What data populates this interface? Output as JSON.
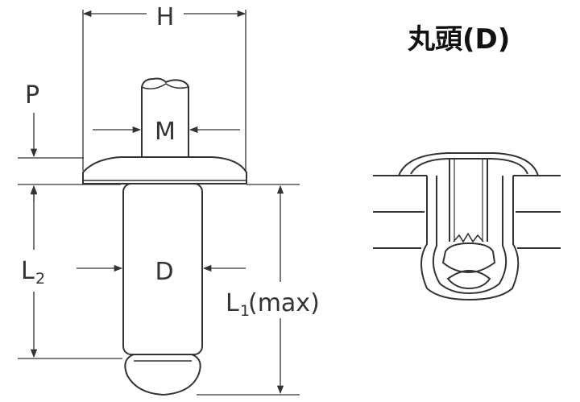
{
  "title": "丸頭(D)",
  "labels": {
    "H": "H",
    "P": "P",
    "M": "M",
    "D": "D",
    "L2_main": "L",
    "L2_sub": "2",
    "L1_main": "L",
    "L1_sub": "1",
    "L1_suffix": "(max)"
  }
}
